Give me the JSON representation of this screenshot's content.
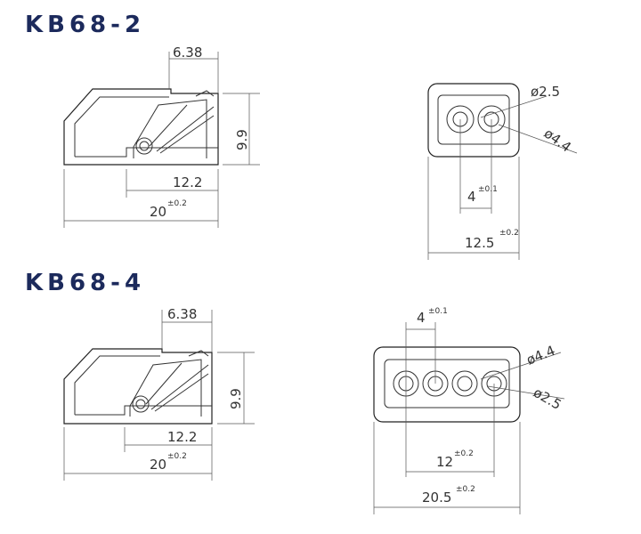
{
  "colors": {
    "title": "#1c2a5c",
    "line": "#333333"
  },
  "kb2": {
    "title": "KB68-2",
    "side": {
      "top": "6.38",
      "height": "9.9",
      "inner": "12.2",
      "len": "20",
      "len_tol": "±0.2"
    },
    "front": {
      "hole": "ø2.5",
      "outer": "ø4.4",
      "pitch": "4",
      "pitch_tol": "±0.1",
      "width": "12.5",
      "width_tol": "±0.2"
    }
  },
  "kb4": {
    "title": "KB68-4",
    "side": {
      "top": "6.38",
      "height": "9.9",
      "inner": "12.2",
      "len": "20",
      "len_tol": "±0.2"
    },
    "front": {
      "pitch": "4",
      "pitch_tol": "±0.1",
      "outer": "ø4.4",
      "hole": "ø2.5",
      "span": "12",
      "span_tol": "±0.2",
      "width": "20.5",
      "width_tol": "±0.2"
    }
  }
}
